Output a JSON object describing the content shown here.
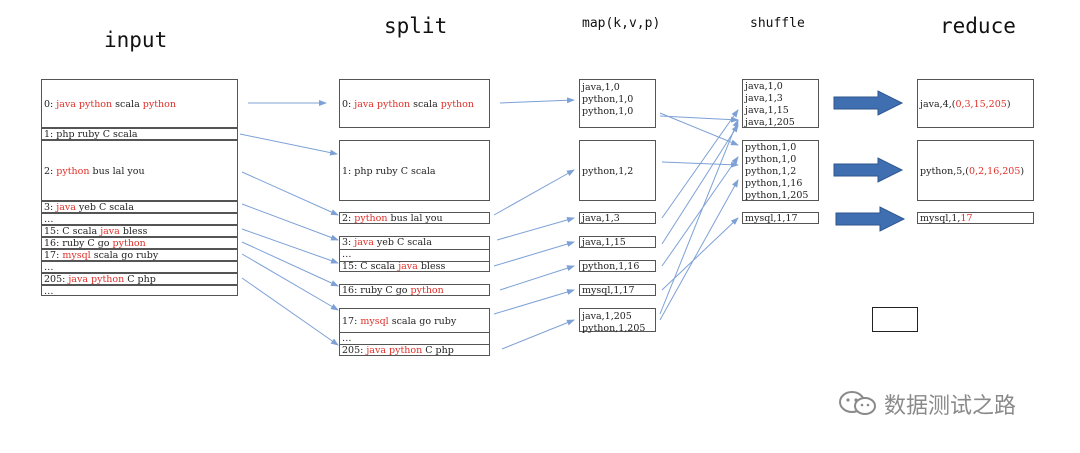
{
  "titles": {
    "input": "input",
    "split": "split",
    "map": "map(k,v,p)",
    "shuffle": "shuffle",
    "reduce": "reduce"
  },
  "input": {
    "rows": [
      [
        {
          "t": "0: "
        },
        {
          "t": "java python",
          "r": true
        },
        {
          "t": " scala "
        },
        {
          "t": "python",
          "r": true
        }
      ],
      [
        {
          "t": "1: php ruby C scala"
        }
      ],
      [
        {
          "t": "2: "
        },
        {
          "t": "python",
          "r": true
        },
        {
          "t": " bus lal you"
        }
      ],
      [
        {
          "t": "3: "
        },
        {
          "t": "java",
          "r": true
        },
        {
          "t": " yeb C scala"
        }
      ],
      [
        {
          "t": "…"
        }
      ],
      [
        {
          "t": "15: C scala "
        },
        {
          "t": "java",
          "r": true
        },
        {
          "t": " bless"
        }
      ],
      [
        {
          "t": "16: ruby C go "
        },
        {
          "t": "python",
          "r": true
        }
      ],
      [
        {
          "t": "17: "
        },
        {
          "t": "mysql",
          "r": true
        },
        {
          "t": " scala go ruby"
        }
      ],
      [
        {
          "t": "…"
        }
      ],
      [
        {
          "t": "205: "
        },
        {
          "t": "java python",
          "r": true
        },
        {
          "t": " C php"
        }
      ],
      [
        {
          "t": "…"
        }
      ]
    ]
  },
  "split": {
    "blocks": [
      [
        {
          "t": "0: "
        },
        {
          "t": "java python",
          "r": true
        },
        {
          "t": " scala "
        },
        {
          "t": "python",
          "r": true
        }
      ],
      [
        {
          "t": "1: php ruby C scala"
        }
      ],
      [
        {
          "t": "2: "
        },
        {
          "t": "python",
          "r": true
        },
        {
          "t": " bus lal you"
        }
      ],
      [
        {
          "t": "3: "
        },
        {
          "t": "java",
          "r": true
        },
        {
          "t": " yeb C scala"
        }
      ],
      [
        {
          "t": "…"
        }
      ],
      [
        {
          "t": "15: C scala "
        },
        {
          "t": "java",
          "r": true
        },
        {
          "t": " bless"
        }
      ],
      [
        {
          "t": "16: ruby C go "
        },
        {
          "t": "python",
          "r": true
        }
      ],
      [
        {
          "t": "17: "
        },
        {
          "t": "mysql",
          "r": true
        },
        {
          "t": " scala go ruby"
        }
      ],
      [
        {
          "t": "…"
        }
      ],
      [
        {
          "t": "205: "
        },
        {
          "t": "java python",
          "r": true
        },
        {
          "t": " C php"
        }
      ]
    ]
  },
  "map": {
    "blocks": [
      [
        "java,1,0",
        "python,1,0",
        "python,1,0"
      ],
      [
        "python,1,2"
      ],
      [
        "java,1,3"
      ],
      [
        "java,1,15"
      ],
      [
        "python,1,16"
      ],
      [
        "mysql,1,17"
      ],
      [
        "java,1,205",
        "python,1,205"
      ]
    ]
  },
  "shuffle": {
    "blocks": [
      [
        "java,1,0",
        "java,1,3",
        "java,1,15",
        "java,1,205"
      ],
      [
        "python,1,0",
        "python,1,0",
        "python,1,2",
        "python,1,16",
        "python,1,205"
      ],
      [
        "mysql,1,17"
      ]
    ]
  },
  "reduce": {
    "blocks": [
      [
        {
          "t": "java,4,("
        },
        {
          "t": "0,3,15,205",
          "r": true
        },
        {
          "t": ")"
        }
      ],
      [
        {
          "t": "python,5,("
        },
        {
          "t": "0,2,16,205",
          "r": true
        },
        {
          "t": ")"
        }
      ],
      [
        {
          "t": "mysql,1,"
        },
        {
          "t": "17",
          "r": true
        }
      ]
    ]
  },
  "watermark": "数据测试之路",
  "colors": {
    "highlight": "#e0302a",
    "arrow": "#7da1d6",
    "bigArrow": "#3f6fb0"
  }
}
